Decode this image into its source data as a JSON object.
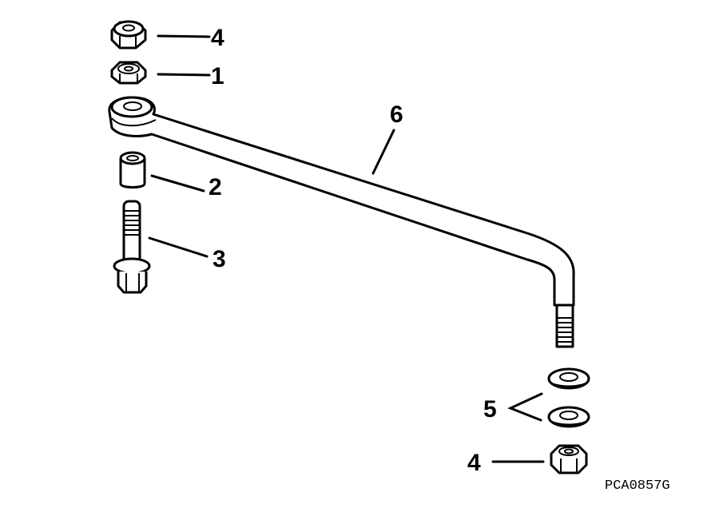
{
  "diagram": {
    "type": "exploded-parts-view",
    "figure_id": "PCA0857G",
    "colors": {
      "line": "#000000",
      "background": "#ffffff"
    },
    "callouts": [
      {
        "number": "4",
        "part": "lock-nut-top"
      },
      {
        "number": "1",
        "part": "nut"
      },
      {
        "number": "6",
        "part": "steering-link-rod"
      },
      {
        "number": "2",
        "part": "spacer-sleeve"
      },
      {
        "number": "3",
        "part": "flange-bolt"
      },
      {
        "number": "5",
        "part": "washers"
      },
      {
        "number": "4",
        "part": "lock-nut-bottom"
      }
    ]
  }
}
